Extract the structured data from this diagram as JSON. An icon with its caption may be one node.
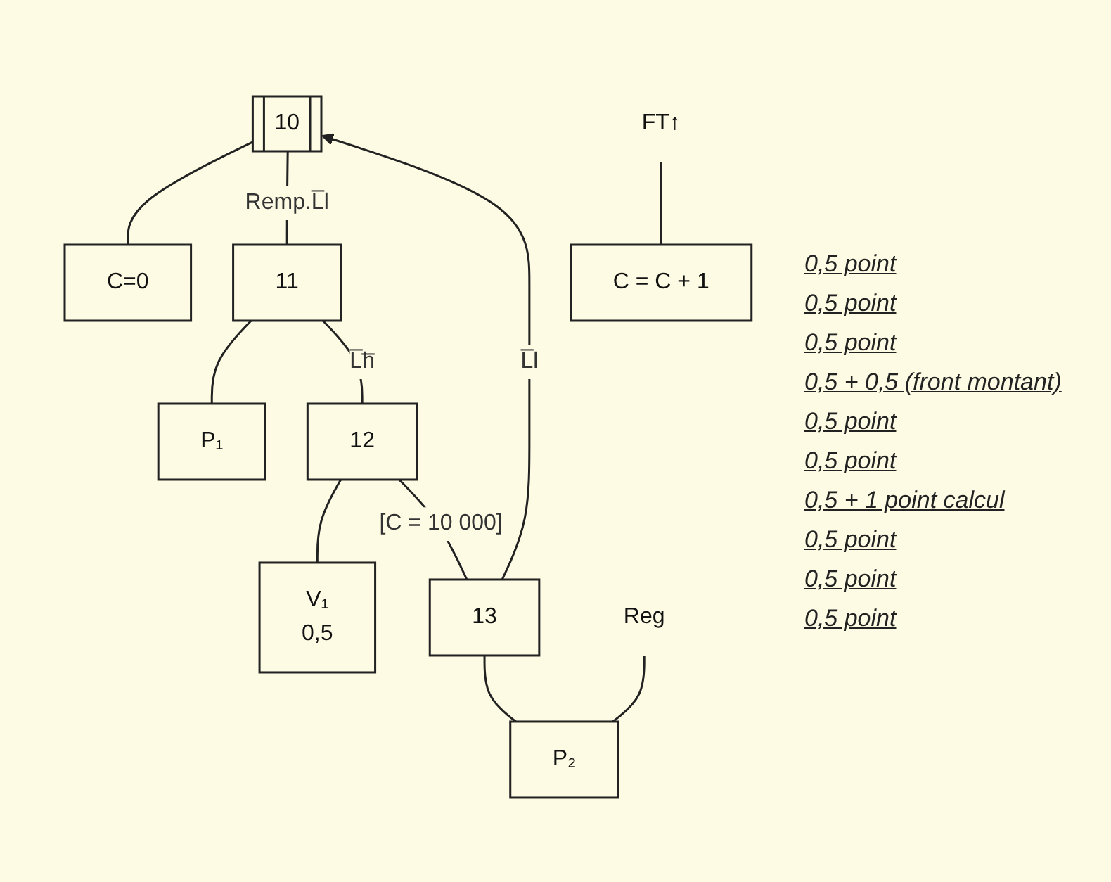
{
  "diagram": {
    "nodes": [
      {
        "text": [
          "10"
        ]
      },
      {
        "text": [
          "C=0"
        ]
      },
      {
        "text": [
          "11"
        ]
      },
      {
        "text": [
          "P₁"
        ]
      },
      {
        "text": [
          "12"
        ]
      },
      {
        "text": [
          "V₁",
          "0,5"
        ]
      },
      {
        "text": [
          "C = C + 1"
        ]
      },
      {
        "text": [
          "FT↑"
        ]
      },
      {
        "text": [
          "13"
        ]
      },
      {
        "text": [
          "P₂"
        ]
      },
      {
        "text": [
          "Reg"
        ]
      }
    ],
    "edges": [
      {
        "from": 0,
        "to": 1,
        "arrow": "none"
      },
      {
        "from": 0,
        "to": 2,
        "arrow": "none",
        "label": "Remp.L̅l"
      },
      {
        "from": 2,
        "to": 3,
        "arrow": "none"
      },
      {
        "from": 2,
        "to": 4,
        "arrow": "none",
        "label": "L̅h̅"
      },
      {
        "from": 7,
        "to": 6,
        "arrow": "none"
      },
      {
        "from": 4,
        "to": 5,
        "arrow": "none"
      },
      {
        "from": 4,
        "to": 8,
        "arrow": "none",
        "label": "[C = 10 000]"
      },
      {
        "from": 10,
        "to": 9,
        "arrow": "none"
      },
      {
        "from": 8,
        "to": 9,
        "arrow": "none"
      },
      {
        "from": 8,
        "to": 0,
        "arrow": "to",
        "label": "L̅l"
      }
    ],
    "labels": [
      "0,5 point",
      "0,5 point",
      "0,5 point",
      "0,5 + 0,5 (front montant)",
      "0,5 point",
      "0,5 point",
      "0,5 + 1 point calcul",
      "0,5 point",
      "0,5 point",
      "0,5 point"
    ]
  }
}
